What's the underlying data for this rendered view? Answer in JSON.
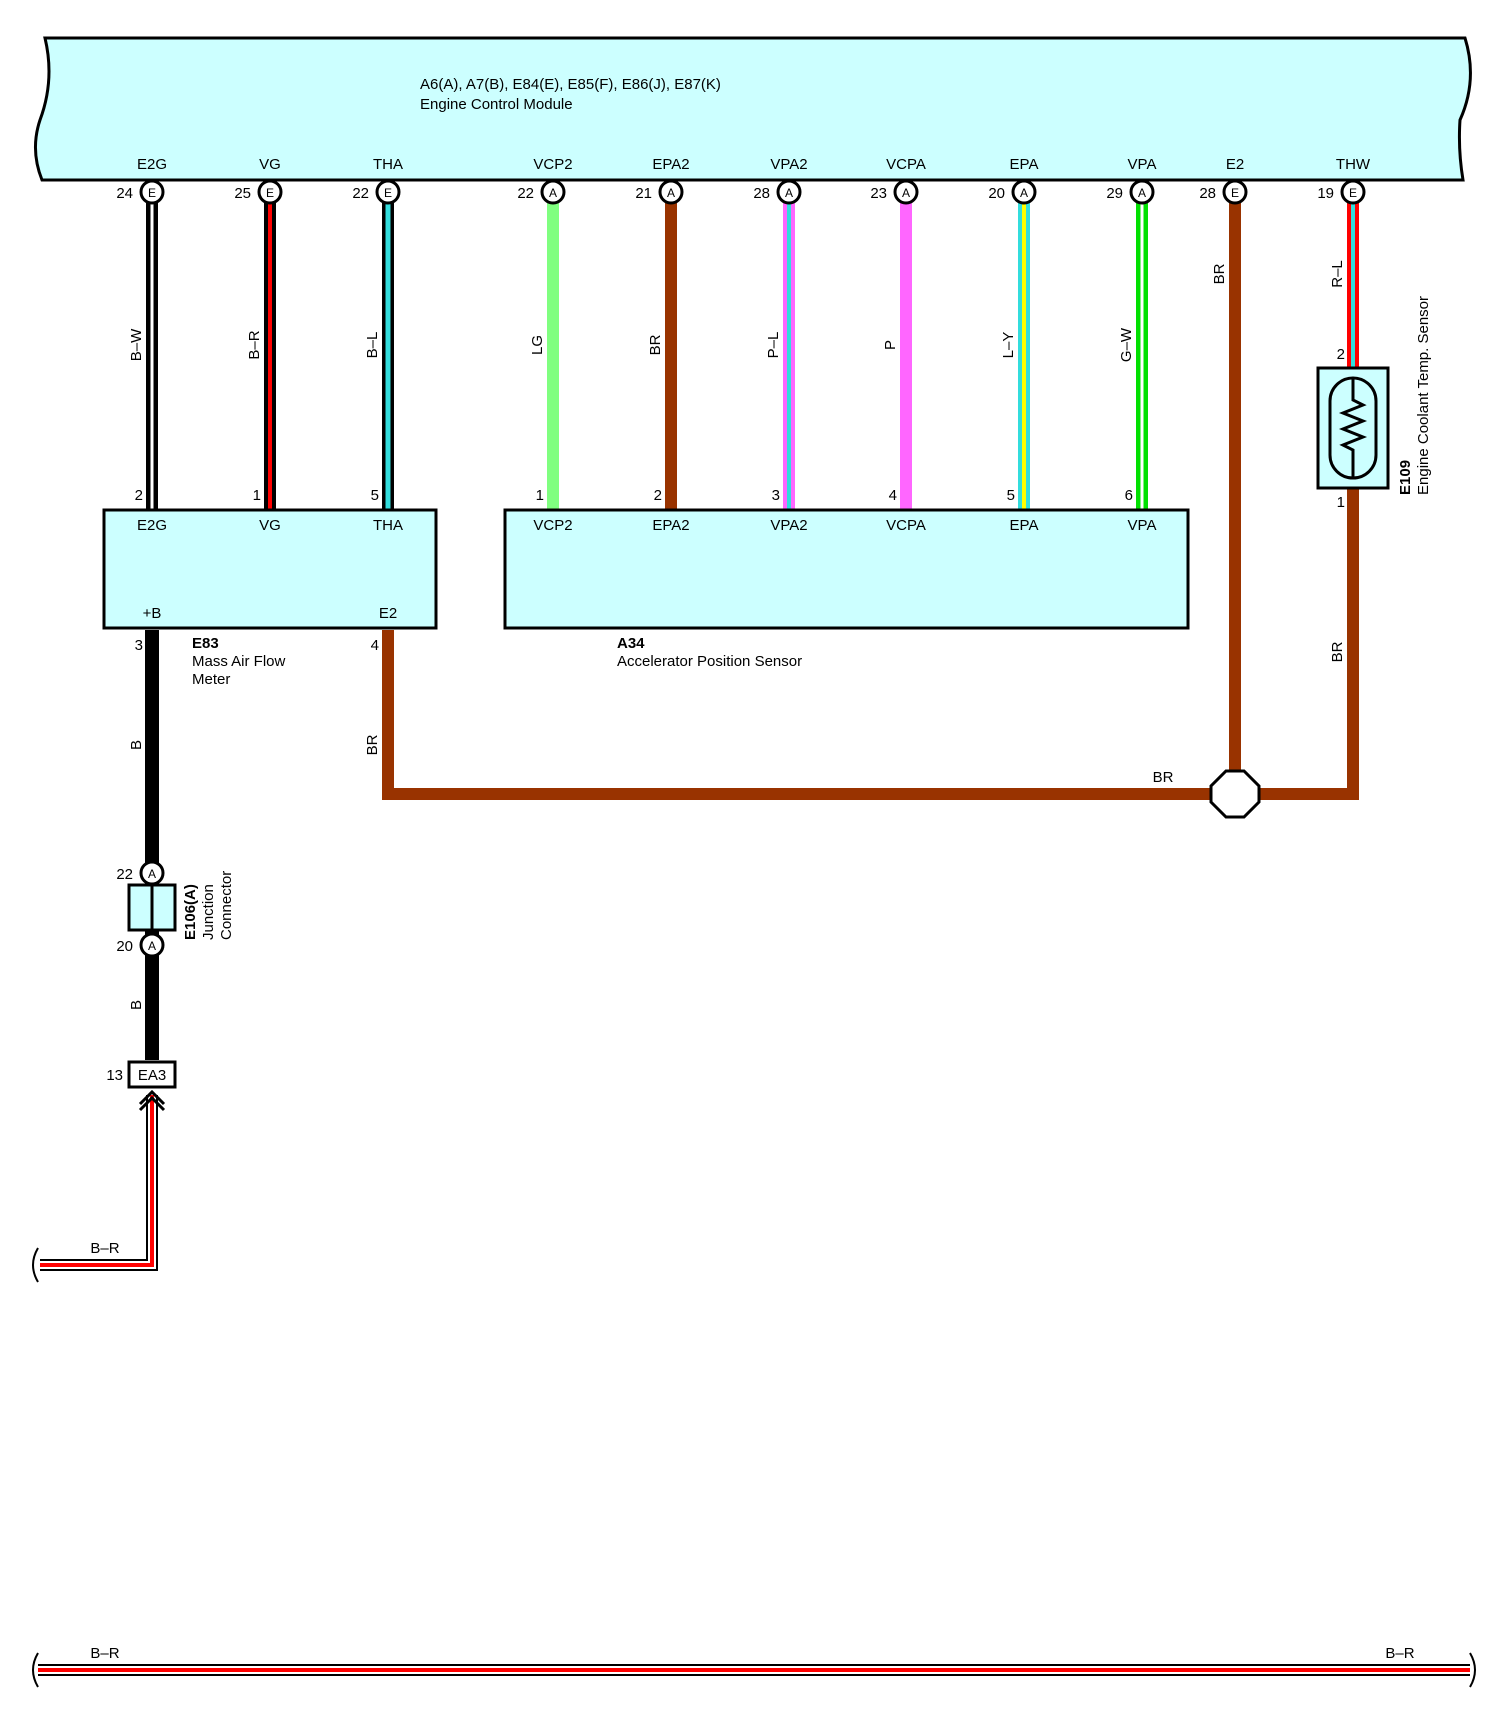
{
  "colors": {
    "box_fill": "#ccffff",
    "brown": "#993300",
    "black": "#000000",
    "red": "#ff0000",
    "light_green": "#80ff80",
    "green": "#00e000",
    "pink": "#ff66ff",
    "light_blue": "#33dddd",
    "yellow": "#ffff00"
  },
  "ecm": {
    "code": "A6(A), A7(B), E84(E), E85(F), E86(J), E87(K)",
    "name": "Engine Control Module",
    "terminals": [
      {
        "name": "E2G",
        "pin": "24",
        "conn": "E"
      },
      {
        "name": "VG",
        "pin": "25",
        "conn": "E"
      },
      {
        "name": "THA",
        "pin": "22",
        "conn": "E"
      },
      {
        "name": "VCP2",
        "pin": "22",
        "conn": "A"
      },
      {
        "name": "EPA2",
        "pin": "21",
        "conn": "A"
      },
      {
        "name": "VPA2",
        "pin": "28",
        "conn": "A"
      },
      {
        "name": "VCPA",
        "pin": "23",
        "conn": "A"
      },
      {
        "name": "EPA",
        "pin": "20",
        "conn": "A"
      },
      {
        "name": "VPA",
        "pin": "29",
        "conn": "A"
      },
      {
        "name": "E2",
        "pin": "28",
        "conn": "E"
      },
      {
        "name": "THW",
        "pin": "19",
        "conn": "E"
      }
    ]
  },
  "wires": {
    "e2g": "B–W",
    "vg": "B–R",
    "tha": "B–L",
    "vcp2": "LG",
    "epa2": "BR",
    "vpa2": "P–L",
    "vcpa": "P",
    "epa": "L–Y",
    "vpa": "G–W",
    "e2": "BR",
    "thw": "R–L",
    "maf_b_top": "B",
    "maf_b_bottom": "B",
    "maf_e2": "BR",
    "ground_bus": "BR",
    "sensor_bottom": "BR",
    "lower_left": "B–R",
    "bottom_left": "B–R",
    "bottom_right": "B–R"
  },
  "maf": {
    "code": "E83",
    "name_line1": "Mass Air Flow",
    "name_line2": "Meter",
    "terminals_top": [
      {
        "name": "E2G",
        "pin": "2"
      },
      {
        "name": "VG",
        "pin": "1"
      },
      {
        "name": "THA",
        "pin": "5"
      }
    ],
    "plus_b": {
      "name": "+B",
      "pin": "3"
    },
    "e2": {
      "name": "E2",
      "pin": "4"
    }
  },
  "aps": {
    "code": "A34",
    "name": "Accelerator Position Sensor",
    "terminals": [
      {
        "name": "VCP2",
        "pin": "1"
      },
      {
        "name": "EPA2",
        "pin": "2"
      },
      {
        "name": "VPA2",
        "pin": "3"
      },
      {
        "name": "VCPA",
        "pin": "4"
      },
      {
        "name": "EPA",
        "pin": "5"
      },
      {
        "name": "VPA",
        "pin": "6"
      }
    ]
  },
  "ect": {
    "code": "E109",
    "name": "Engine Coolant Temp.  Sensor",
    "pin_top": "2",
    "pin_bottom": "1"
  },
  "junction": {
    "code": "E106(A)",
    "name_line1": "Junction",
    "name_line2": "Connector",
    "pin_top": "22",
    "pin_bottom": "20",
    "conn": "A"
  },
  "ea3": {
    "label": "EA3",
    "pin": "13"
  }
}
